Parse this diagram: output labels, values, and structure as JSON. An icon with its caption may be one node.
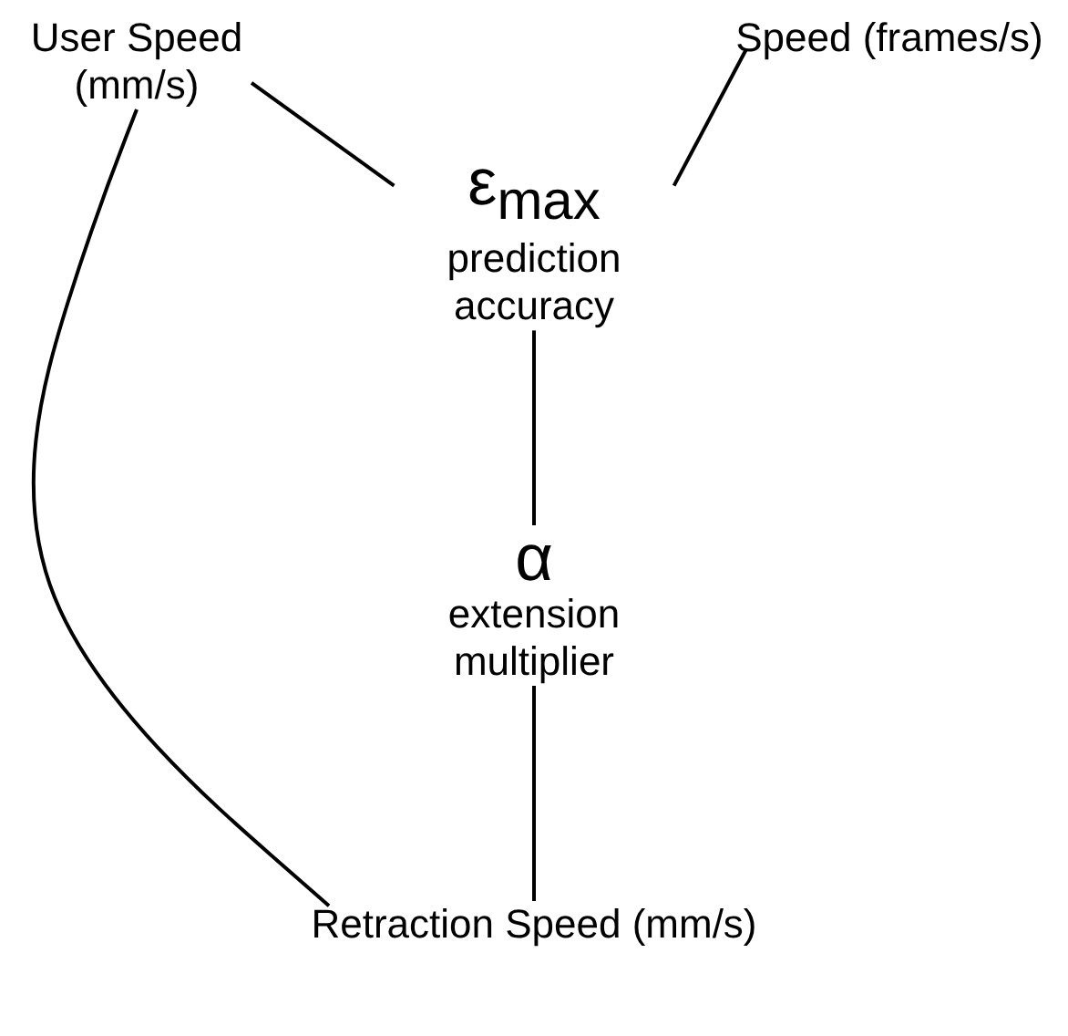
{
  "diagram": {
    "nodes": [
      {
        "text": [
          "User Speed (mm/s)"
        ]
      },
      {
        "text": [
          "Speed (frames/s)"
        ]
      },
      {
        "text": [
          "ε$_{max}$",
          "prediction accuracy"
        ]
      },
      {
        "text": [
          "α",
          "extension multiplier"
        ]
      },
      {
        "text": [
          "Retraction Speed (mm/s)"
        ]
      }
    ],
    "edges": [
      {
        "from": 0,
        "to": 2,
        "arrow": "none"
      },
      {
        "from": 1,
        "to": 2,
        "arrow": "none"
      },
      {
        "from": 2,
        "to": 3,
        "arrow": "none"
      },
      {
        "from": 3,
        "to": 4,
        "arrow": "none"
      },
      {
        "from": 0,
        "to": 4,
        "arrow": "none"
      }
    ]
  }
}
